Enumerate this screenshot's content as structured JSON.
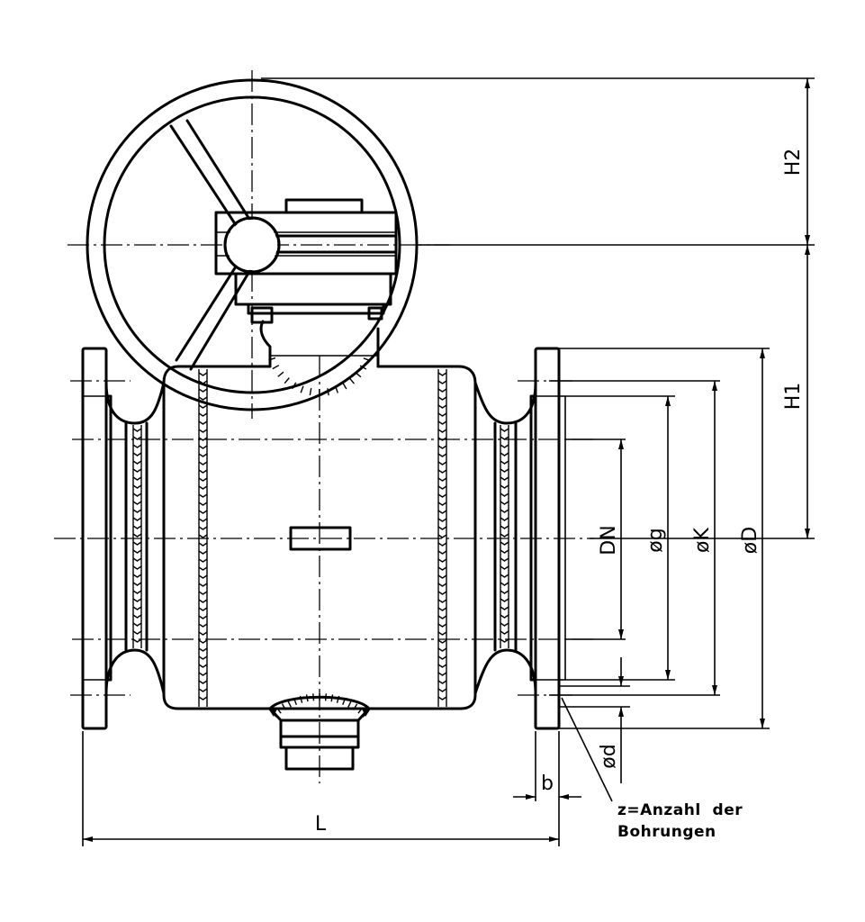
{
  "drawing": {
    "dimensions": {
      "h2": "H2",
      "h1": "H1",
      "dn": "DN",
      "g": "øg",
      "k": "øK",
      "d_outer": "øD",
      "d_hole": "ød",
      "b": "b",
      "l": "L"
    },
    "note": {
      "line1": "z=Anzahl  der",
      "line2": "Bohrungen"
    }
  }
}
